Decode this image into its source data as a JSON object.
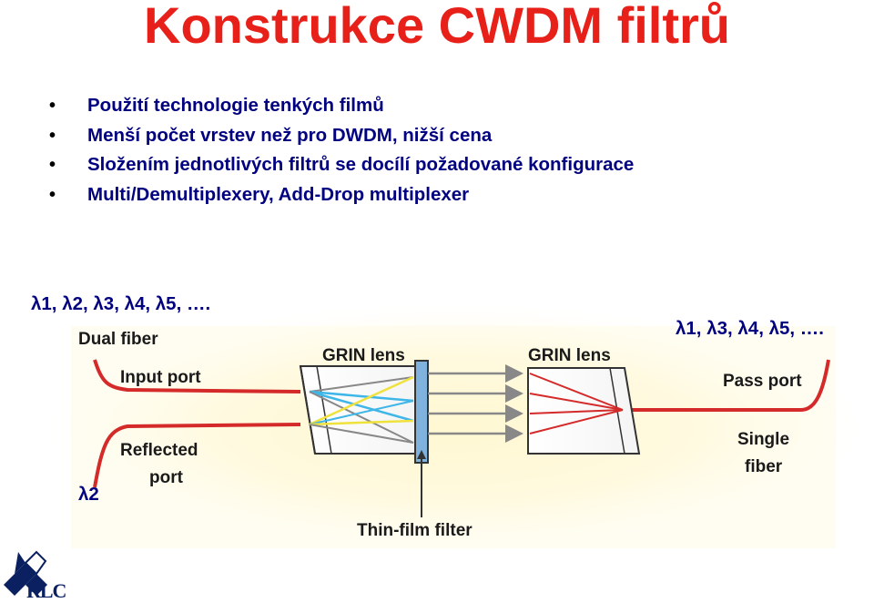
{
  "slide": {
    "title": "Konstrukce CWDM filtrů",
    "bullets": [
      "Použití technologie tenkých filmů",
      "Menší počet vrstev než pro DWDM, nižší cena",
      "Složením jednotlivých filtrů se docílí požadované konfigurace",
      "Multi/Demultiplexery, Add-Drop multiplexer"
    ],
    "bullet_char": "•"
  },
  "wavelengths": {
    "input": "λ1, λ2, λ3, λ4, λ5, ….",
    "pass": "λ1, λ3, λ4, λ5, ….",
    "reflected": "λ2"
  },
  "diagram": {
    "labels": {
      "dual_fiber": "Dual fiber",
      "input_port": "Input port",
      "reflected_port_1": "Reflected",
      "reflected_port_2": "port",
      "grin_lens_left": "GRIN lens",
      "grin_lens_right": "GRIN lens",
      "pass_port": "Pass port",
      "single_fiber_1": "Single",
      "single_fiber_2": "fiber",
      "thin_film_filter": "Thin-film filter"
    },
    "colors": {
      "fiber": "#d42a2a",
      "beam_blue": "#3fb6e8",
      "beam_yellow": "#f0e23c",
      "filter": "#7fb2dc",
      "glow": "#fff7c8"
    }
  },
  "logo": {
    "text": "RLC",
    "colors": {
      "primary": "#0a2060"
    }
  }
}
